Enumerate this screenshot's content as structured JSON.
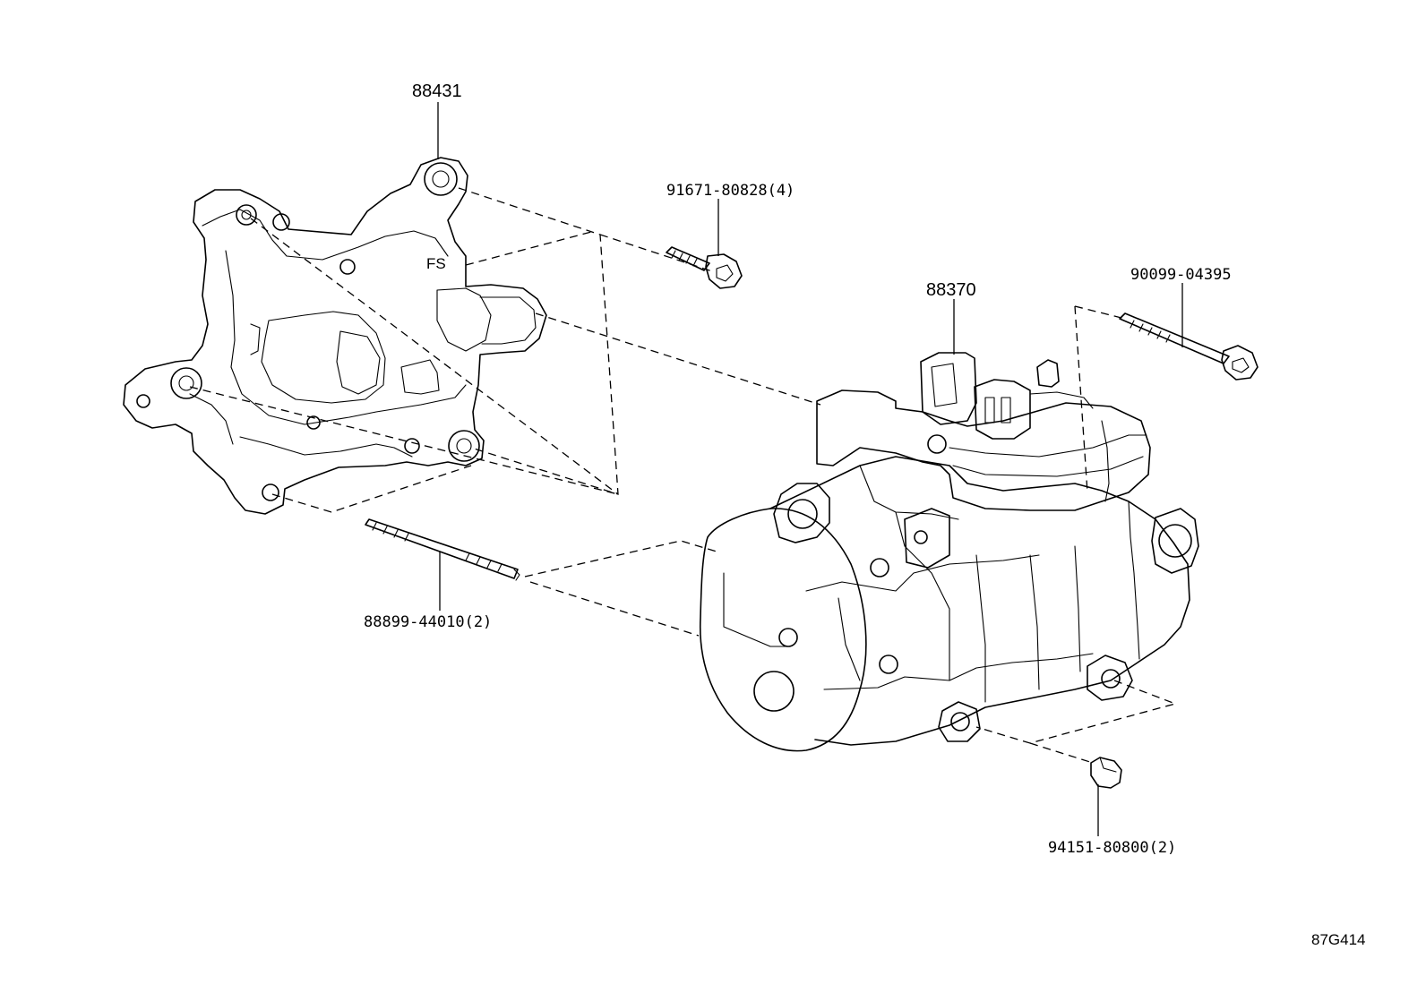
{
  "diagram": {
    "parts": [
      {
        "id": "bracket",
        "number": "88431",
        "name": "bracket-icon"
      },
      {
        "id": "bolt-short",
        "number": "91671-80828(4)",
        "name": "flange-bolt-icon"
      },
      {
        "id": "bolt-long",
        "number": "90099-04395",
        "name": "long-flange-bolt-icon"
      },
      {
        "id": "compressor",
        "number": "88370",
        "name": "ac-compressor-icon"
      },
      {
        "id": "stud",
        "number": "88899-44010(2)",
        "name": "stud-bolt-icon"
      },
      {
        "id": "nut",
        "number": "94151-80800(2)",
        "name": "nut-icon"
      }
    ],
    "bracket_marking": "FS",
    "figure_code": "87G414"
  }
}
